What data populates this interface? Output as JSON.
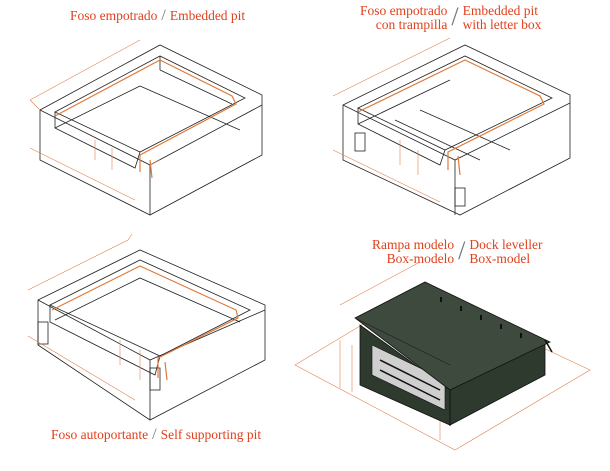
{
  "captions": {
    "top_left": {
      "es": "Foso empotrado",
      "en": "Embedded pit"
    },
    "top_right": {
      "es_line1": "Foso empotrado",
      "es_line2": "con trampilla",
      "en_line1": "Embedded pit",
      "en_line2": "with letter box"
    },
    "bottom_left": {
      "es": "Foso autoportante",
      "en": "Self supporting pit"
    },
    "bottom_right": {
      "es_line1": "Rampa modelo",
      "es_line2": "Box-modelo",
      "en_line1": "Dock leveller",
      "en_line2": "Box-model"
    }
  },
  "colors": {
    "caption": "#e0401c",
    "dimension": "#e08050",
    "edge": "#222222",
    "leveller": "#3d4a3d"
  }
}
